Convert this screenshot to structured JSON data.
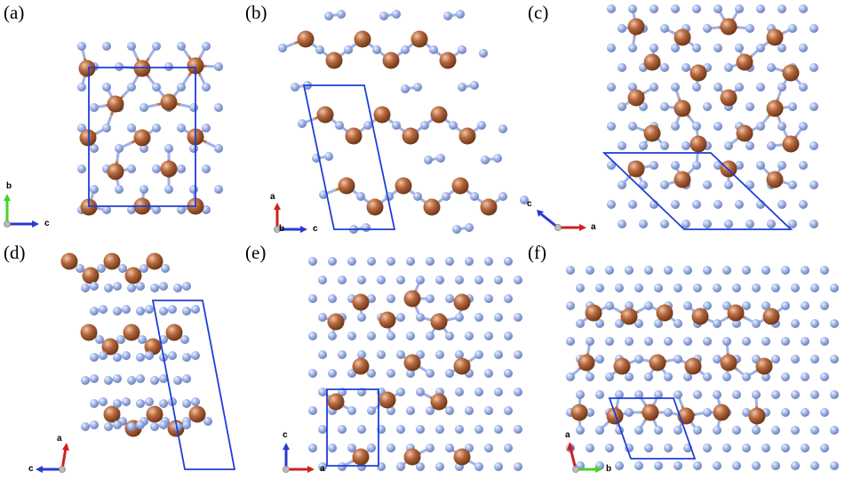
{
  "panels": [
    {
      "id": "a",
      "label": "(a)",
      "axes": {
        "vertical": "b",
        "horizontal": "c"
      },
      "vertical_color": "#46d22a",
      "horizontal_color": "#2a3ad2"
    },
    {
      "id": "b",
      "label": "(b)",
      "axes": {
        "vertical": "a",
        "horizontal": "c",
        "extra": "b"
      },
      "vertical_color": "#d0201c",
      "horizontal_color": "#2a3ad2"
    },
    {
      "id": "c",
      "label": "(c)",
      "axes": {
        "diagonal": "c",
        "horizontal": "a"
      },
      "vertical_color": "#2a3ad2",
      "horizontal_color": "#d0201c"
    },
    {
      "id": "d",
      "label": "(d)",
      "axes": {
        "vertical": "a",
        "horizontal": "c"
      },
      "vertical_color": "#d0201c",
      "horizontal_color": "#2a3ad2"
    },
    {
      "id": "e",
      "label": "(e)",
      "axes": {
        "vertical": "c",
        "horizontal": "a"
      },
      "vertical_color": "#2a3ad2",
      "horizontal_color": "#d0201c"
    },
    {
      "id": "f",
      "label": "(f)",
      "axes": {
        "vertical": "a",
        "horizontal": "b"
      },
      "vertical_color": "#d0201c",
      "horizontal_color": "#46d22a"
    }
  ],
  "colors": {
    "metal_atom": "#b5683f",
    "light_atom": "#9fb2e6",
    "cell": "#1f3fd6",
    "bond_metal": "#c4733f",
    "bond_light": "#9fb2e6"
  }
}
